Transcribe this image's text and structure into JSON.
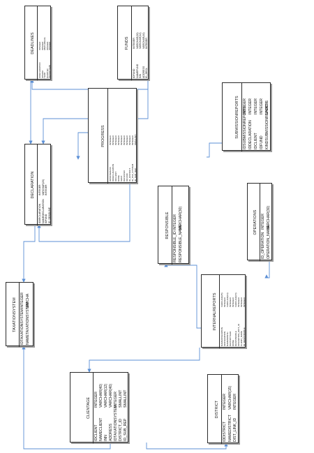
{
  "colors": {
    "border": "#2a2a2a",
    "connector": "#5b8fd6",
    "shadow": "#9a9a9a"
  },
  "entities": [
    {
      "id": "deadlines",
      "title": "DEADLINES",
      "fields": [
        [
          "IDDECLARATION",
          "INTEGER"
        ],
        [
          "IDTERM",
          "INTEGER"
        ],
        [
          "TERM",
          "VARCHAR(10)"
        ],
        [
          "QUARTER",
          "INTEGER"
        ],
        [
          "REPORTYEAR",
          "INTEGER"
        ]
      ]
    },
    {
      "id": "funds",
      "title": "FUNDS",
      "fields": [
        [
          "IDFUND",
          "INTEGER"
        ],
        [
          "NAMEFUND",
          "VARCHAR(20)"
        ],
        [
          "INN",
          "VARCHAR(12)"
        ],
        [
          "ADDRESS",
          "VARCHAR(40)"
        ],
        [
          "ID_DECL",
          "INTEGER"
        ]
      ]
    },
    {
      "id": "progress",
      "title": "PROGRESS",
      "fields": [
        [
          "IDPROGRESS",
          "INTEGER"
        ],
        [
          "IDDECLARATION",
          "INTEGER"
        ],
        [
          "IDCLIENT",
          "INTEGER"
        ],
        [
          "DONE",
          "INTEGER"
        ],
        [
          "SENT",
          "INTEGER"
        ],
        [
          "RECEIVED",
          "INTEGER"
        ],
        [
          "IDFUND",
          "INTEGER"
        ],
        [
          "ID_DISTRICT",
          "INTEGER"
        ],
        [
          "ID_TAX_SYSTEM",
          "INTEGER"
        ],
        [
          "ID_SUB_REP",
          "SMALLINT"
        ]
      ]
    },
    {
      "id": "submissionreports",
      "title": "SUBMISSIONREPORTS",
      "fields": [
        [
          "IDSUBMISSIONREPORTS",
          "INTEGER"
        ],
        [
          "IDDECLARATION",
          "INTEGER"
        ],
        [
          "IDCLIENT",
          "INTEGER"
        ],
        [
          "IDFUND",
          "INTEGER"
        ],
        [
          "KINDSUBMISSIONREPORTS",
          "VARCH"
        ]
      ]
    },
    {
      "id": "declaration",
      "title": "DECLARATION",
      "fields": [
        [
          "IDDECLARATION",
          "INTEGER"
        ],
        [
          "NAMEDECLARATION",
          "VARCHAR(20)"
        ],
        [
          "IDFUND",
          "INTEGER"
        ],
        [
          "ID_DEADLINE",
          ""
        ]
      ]
    },
    {
      "id": "responsible",
      "title": "RESPONSIBLE",
      "fields": [
        [
          "RESPONSIBLE_ID",
          "INTEGER"
        ],
        [
          "RESPONSIBLE_NAME",
          "VARCHAR(30)"
        ]
      ]
    },
    {
      "id": "operations",
      "title": "OPERATIONS",
      "fields": [
        [
          "ID_OPERATION",
          "INTEGER"
        ],
        [
          "OPERATION_NAME",
          "VARCHAR(30)"
        ]
      ]
    },
    {
      "id": "taxationsystem",
      "title": "TAXATIONSYSTEM",
      "fields": [
        [
          "IDTAXATIONSYSTEM",
          "INTEGER"
        ],
        [
          "NAMETAXATIONSYSTEM",
          "VARCHA"
        ]
      ]
    },
    {
      "id": "internalreports",
      "title": "INTERNALREPORTS",
      "fields": [
        [
          "NAMEOPERATION",
          "VARCHAR(25)"
        ],
        [
          "IDOPERATION",
          "INTEGER"
        ],
        [
          "NAMEMONTH",
          "VARCHAR(10)"
        ],
        [
          "REPORTYEAR",
          "INTEGER"
        ],
        [
          "DONE",
          "INTEGER"
        ],
        [
          "RESPONSIBLE",
          "VARCHAR(15)"
        ],
        [
          "OPERETION_DICT_ID",
          "INTEGER"
        ],
        [
          "CLIENT_NAME",
          "INTEGER"
        ],
        [
          "ID_RESPONSIBLE",
          "INTEGER"
        ]
      ]
    },
    {
      "id": "clientage",
      "title": "CLIENTAGE",
      "fields": [
        [
          "IDCLIENT",
          "INTEGER"
        ],
        [
          "NAMECLIENT",
          "VARCHAR(40)"
        ],
        [
          "INN",
          "VARCHAR(12)"
        ],
        [
          "ADDRESS",
          "VARCHAR(40)"
        ],
        [
          "IDTAXATIONSYSTEM",
          "INTEGER"
        ],
        [
          "DISTRICT_ID",
          "SMALLINT"
        ],
        [
          "ID_SUB_REP",
          "SMALLINT"
        ]
      ]
    },
    {
      "id": "district",
      "title": "DISTRICT",
      "fields": [
        [
          "IDDISTRICT",
          "INTEGER"
        ],
        [
          "NAMEDISTRICT",
          "VARCHAR(15)"
        ],
        [
          "DIST_LINK_ID",
          "INTEGER"
        ]
      ]
    }
  ]
}
